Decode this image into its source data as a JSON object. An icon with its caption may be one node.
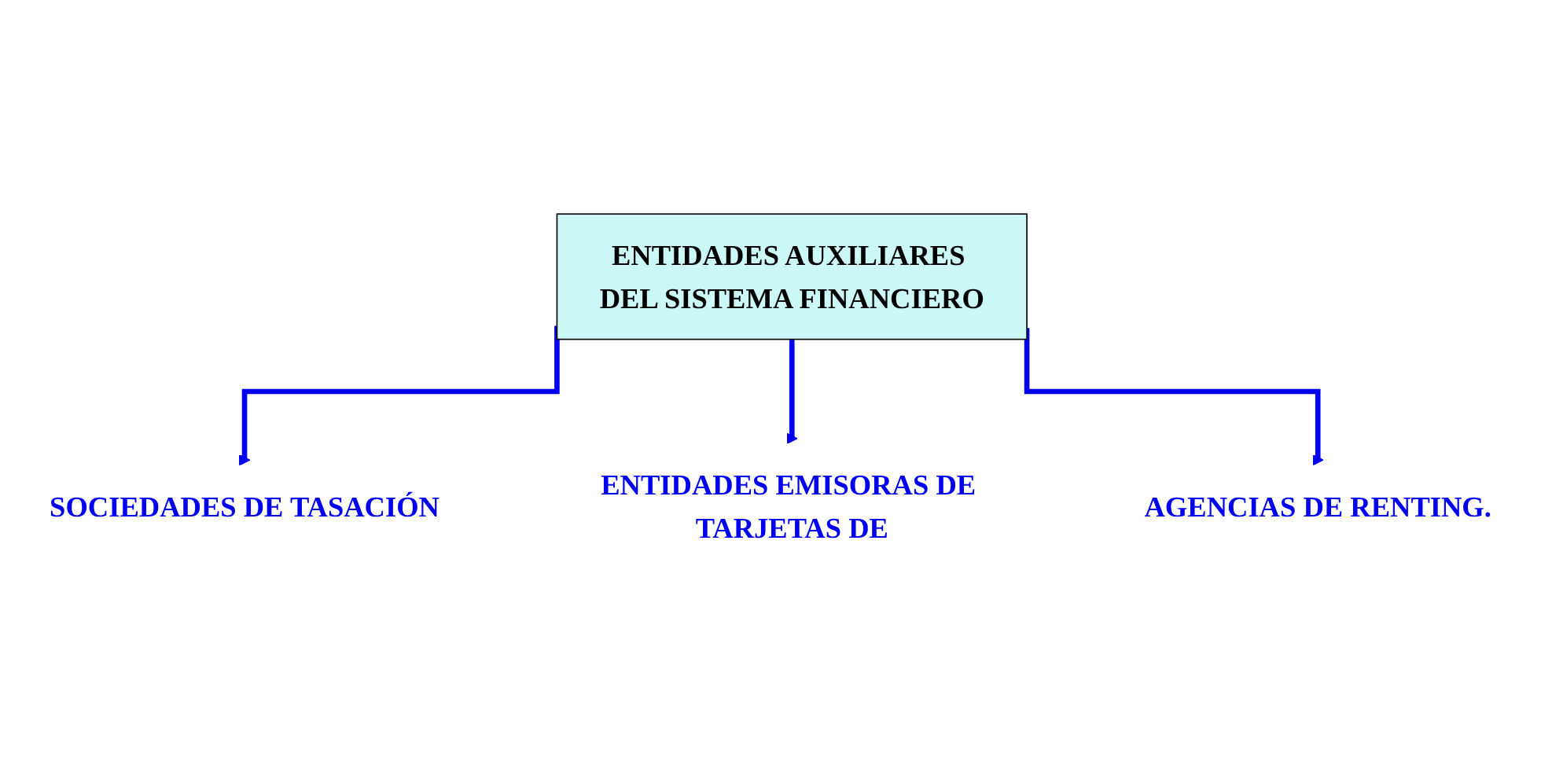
{
  "diagram": {
    "nodes": [
      {
        "text": [
          "ENTIDADES AUXILIARES DEL SISTEMA FINANCIERO"
        ]
      },
      {
        "text": [
          "SOCIEDADES DE TASACIÓN"
        ]
      },
      {
        "text": [
          "ENTIDADES EMISORAS DE TARJETAS DE"
        ]
      },
      {
        "text": [
          "AGENCIAS DE RENTING."
        ]
      }
    ],
    "edges": [
      {
        "from": 0,
        "to": 1,
        "arrow": "to"
      },
      {
        "from": 0,
        "to": 2,
        "arrow": "to"
      },
      {
        "from": 0,
        "to": 3,
        "arrow": "to"
      }
    ]
  }
}
